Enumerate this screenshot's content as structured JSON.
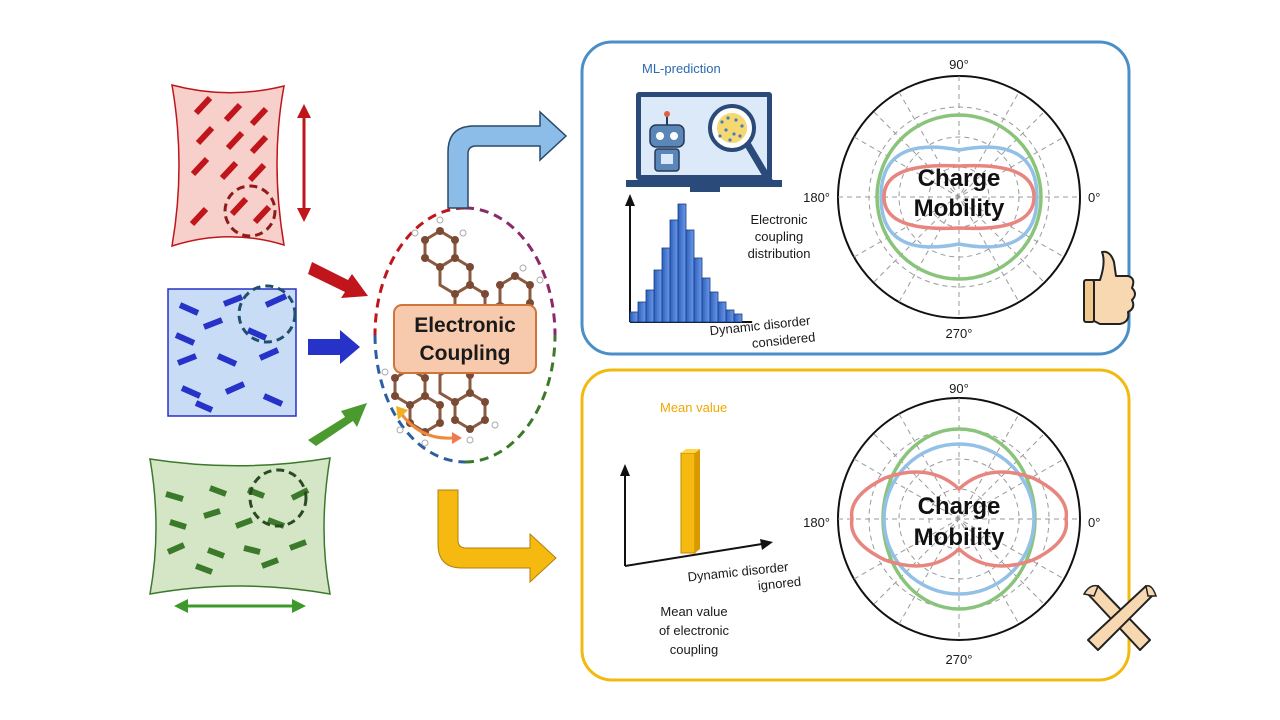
{
  "center": {
    "line1": "Electronic",
    "line2": "Coupling"
  },
  "top_panel": {
    "title": "ML-prediction",
    "caption_lines": [
      "Electronic",
      "coupling",
      "distribution"
    ],
    "axis_caption_lines": [
      "Dynamic disorder",
      "considered"
    ],
    "polar": {
      "label_90": "90°",
      "label_180": "180°",
      "label_0": "0°",
      "label_270": "270°",
      "center_line1": "Charge",
      "center_line2": "Mobility"
    },
    "verdict_icon": "thumbs-up-icon"
  },
  "bottom_panel": {
    "title": "Mean value",
    "axis_caption_lines": [
      "Dynamic disorder",
      "ignored"
    ],
    "caption_lines": [
      "Mean value",
      "of electronic",
      "coupling"
    ],
    "polar": {
      "label_90": "90°",
      "label_180": "180°",
      "label_0": "0°",
      "label_270": "270°",
      "center_line1": "Charge",
      "center_line2": "Mobility"
    },
    "verdict_icon": "crossed-arms-icon"
  },
  "colors": {
    "red": "#c0161b",
    "blue": "#2632c8",
    "green": "#3b7a2a",
    "top_frame": "#4a8fc8",
    "bottom_frame": "#f2b90f",
    "orange_box": "#f7c9ad"
  }
}
